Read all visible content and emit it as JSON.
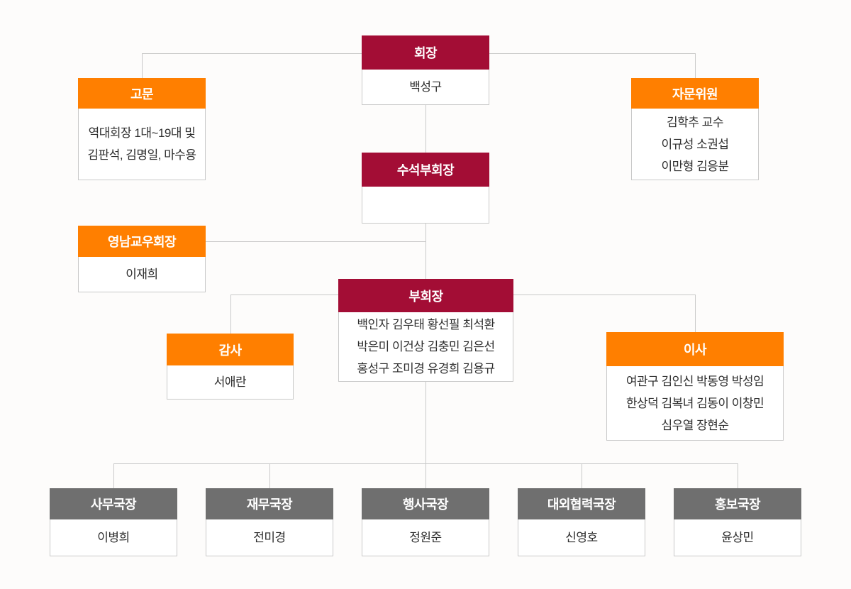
{
  "colors": {
    "crimson_header": "#a30d35",
    "orange_header": "#ff7f00",
    "gray_header": "#6f6f6f",
    "connector_line": "#c9c9c9",
    "body_text": "#2e2e2e"
  },
  "nodes": {
    "chairman": {
      "title": "회장",
      "body": "백성구"
    },
    "advisor": {
      "title": "고문",
      "body_lines": [
        "역대회장 1대~19대 및",
        "김판석, 김명일, 마수용"
      ]
    },
    "advisory_committee": {
      "title": "자문위원",
      "body_lines": [
        "김학추 교수",
        "이규성 소권섭",
        "이만형 김응분"
      ]
    },
    "senior_vice_chairman": {
      "title": "수석부회장",
      "body": ""
    },
    "yeongnam_alumni_chairman": {
      "title": "영남교우회장",
      "body": "이재희"
    },
    "vice_chairman": {
      "title": "부회장",
      "body_lines": [
        "백인자 김우태 황선필 최석환",
        "박은미 이건상 김충민 김은선",
        "홍성구 조미경 유경희 김용규"
      ]
    },
    "auditor": {
      "title": "감사",
      "body": "서애란"
    },
    "directors": {
      "title": "이사",
      "body_lines": [
        "여관구 김인신 박동영 박성임",
        "한상덕 김복녀 김동이 이창민",
        "심우열 장현순"
      ]
    },
    "secretary_general": {
      "title": "사무국장",
      "body": "이병희"
    },
    "finance_director": {
      "title": "재무국장",
      "body": "전미경"
    },
    "events_director": {
      "title": "행사국장",
      "body": "정원준"
    },
    "external_cooperation_director": {
      "title": "대외협력국장",
      "body": "신영호"
    },
    "pr_director": {
      "title": "홍보국장",
      "body": "윤상민"
    }
  }
}
